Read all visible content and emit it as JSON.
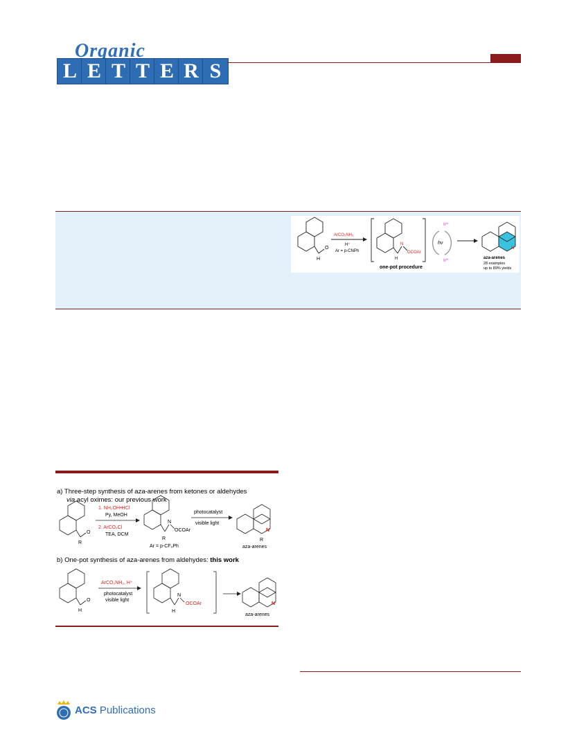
{
  "header": {
    "journal_script": "Organic",
    "journal_letters": [
      "L",
      "E",
      "T",
      "T",
      "E",
      "R",
      "S"
    ]
  },
  "toc": {
    "reagent": "ArCO₂NH₂",
    "acid": "H⁺",
    "ar_def": "Ar = p-CNPh",
    "n_label": "N",
    "ester": "OCOAr",
    "h_label": "H",
    "o_label": "O",
    "ir_top": "Ir",
    "ir_top_sup": "III",
    "ir_bottom": "Ir",
    "ir_bottom_sup": "IV",
    "hv": "hν",
    "procedure": "one-pot procedure",
    "product": "aza-arenes",
    "examples": "28 examples",
    "yields": "up to 89% yields"
  },
  "scheme": {
    "line_a1": "a) Three-step synthesis of aza-arenes from ketones or aldehydes",
    "line_a2_via": "via",
    "line_a2_rest": " acyl oximes: our previous work",
    "step1": "1. NH₂OH•HCl",
    "step1_cond": "Py, MeOH",
    "step2": "2. ArCO₂Cl",
    "step2_cond": "TEA, DCM",
    "r_label": "R",
    "o_label": "O",
    "n_label": "N",
    "ester": "OCOAr",
    "ar_def": "Ar = p-CF₃Ph",
    "photocatalyst": "photocatalyst",
    "visible_light": "visible light",
    "product": "aza-arenes",
    "line_b_main": "b) One-pot synthesis of aza-arenes from aldehydes: ",
    "line_b_bold": "this work",
    "b_reagent": "ArCO₂NH₂, H⁺",
    "b_photocatalyst": "photocatalyst",
    "b_visible_light": "visible light",
    "h_label": "H"
  },
  "footer": {
    "publisher_acs": "ACS",
    "publisher_rest": " Publications"
  },
  "colors": {
    "accent_red": "#8b1a1a",
    "logo_blue": "#2e6db4",
    "toc_bg": "#e4f1fb",
    "reagent_red": "#e02020",
    "iridium_magenta": "#d12bd1",
    "ring_cyan": "#39c3e0"
  }
}
